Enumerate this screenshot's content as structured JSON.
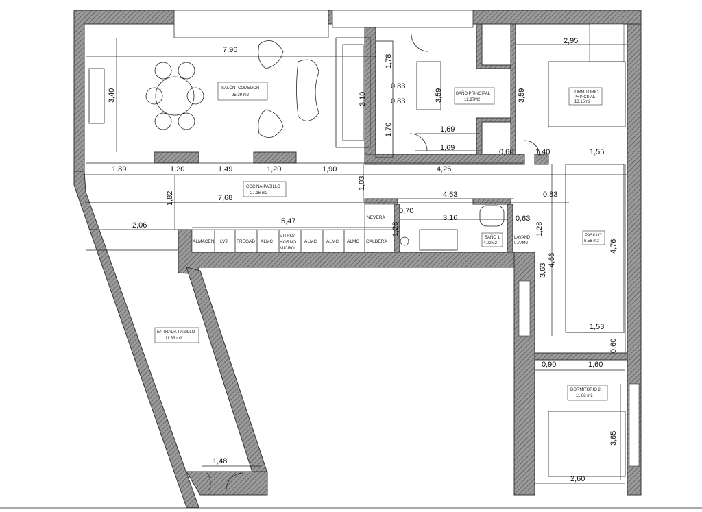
{
  "rooms": {
    "salon": {
      "name": "SALÓN -COMEDOR",
      "area": "25.39 m2"
    },
    "cocina": {
      "name": "COCINA-PASILLO",
      "area": "27.16 m2"
    },
    "bano_principal": {
      "name": "BAÑO PRINCIPAL",
      "area": "12.97M2"
    },
    "dormitorio_principal": {
      "name1": "DORMITORIO",
      "name2": "PRINCIPAL",
      "area": "13.15m2"
    },
    "pasillo": {
      "name": "PASILLO",
      "area": "6.56 m2"
    },
    "bano1": {
      "name": "BAÑO 1",
      "area": "4.02M2"
    },
    "lavand": {
      "name": "LAVAND",
      "area": "0.77M2"
    },
    "entrada": {
      "name": "ENTRADA-PASILLO",
      "area": "11.33 m2"
    },
    "dormitorio2": {
      "name": "DORMITORIO 2",
      "area": "11.68 m2"
    }
  },
  "kitchen_units": [
    "ALMACEN",
    "LVJ",
    "FREGAD",
    "ALMC",
    "VITRO/",
    "HORNO",
    "MICRO",
    "ALMC",
    "ALMC",
    "ALMC",
    "CALDERA",
    "NEVERA"
  ],
  "dimensions": {
    "salon_width": "7,96",
    "salon_height": "3,40",
    "salon_inner_height": "3,10",
    "seg1": "1,89",
    "seg2": "1,20",
    "seg3": "1,49",
    "seg4": "1,20",
    "seg5": "1,90",
    "bath_1_78": "1,78",
    "bath_0_83a": "0,83",
    "bath_0_83b": "0,83",
    "bath_1_70": "1,70",
    "bath_3_59": "3,59",
    "bath_1_69a": "1,69",
    "bath_1_69b": "1,69",
    "bath_0_60": "0,60",
    "dorm_3_59": "3,59",
    "dorm_2_95": "2,95",
    "dorm_1_40": "1,40",
    "dorm_1_55": "1,55",
    "cocina_4_26": "4,26",
    "cocina_1_03": "1,03",
    "cocina_1_82": "1,82",
    "cocina_7_68": "7,68",
    "cocina_4_63": "4,63",
    "cocina_0_83": "0,83",
    "cocina_2_06": "2,06",
    "cocina_5_47": "5,47",
    "b1_0_70": "0,70",
    "b1_3_16": "3,16",
    "b1_1_28": "1,28",
    "lav_0_63": "0,63",
    "lav_1_28": "1,28",
    "pas_4_66": "4,66",
    "pas_4_76": "4,76",
    "pas_3_63": "3,63",
    "pas_1_53": "1,53",
    "d2_0_60": "0,60",
    "d2_0_90": "0,90",
    "d2_1_60": "1,60",
    "d2_3_65": "3,65",
    "d2_2_60": "2,60",
    "entrada_1_48": "1,48"
  }
}
